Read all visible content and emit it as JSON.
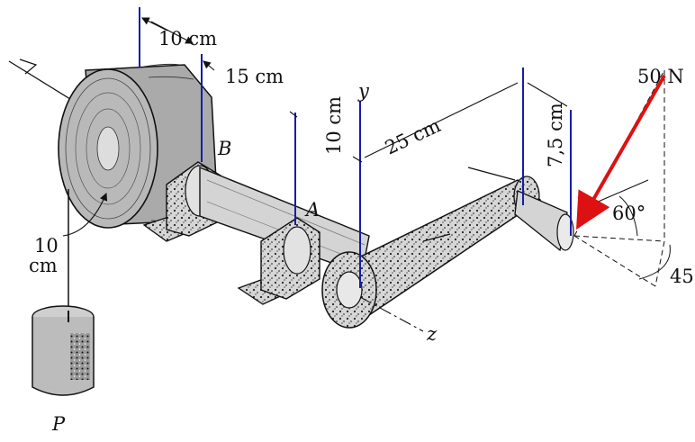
{
  "labels": {
    "dim_10cm_top": "10 cm",
    "dim_15cm": "15 cm",
    "axis_y": "y",
    "dim_10cm_vertical": "10 cm",
    "dim_25cm": "25 cm",
    "dim_7_5cm": "7,5 cm",
    "force": "50 N",
    "angle_60": "60°",
    "angle_45": "45",
    "bearing_b": "B",
    "bearing_a": "A",
    "radius_10": "10",
    "radius_cm": "cm",
    "axis_z": "z",
    "weight_p": "P"
  },
  "colors": {
    "dimension_lines": "#1a1aaa",
    "force_arrow": "#dd1111",
    "ink": "#111111",
    "drum_fill": "#b9b9b9",
    "shaft_fill": "#d4d4d4",
    "bearing_fill": "#cfcfcf"
  }
}
